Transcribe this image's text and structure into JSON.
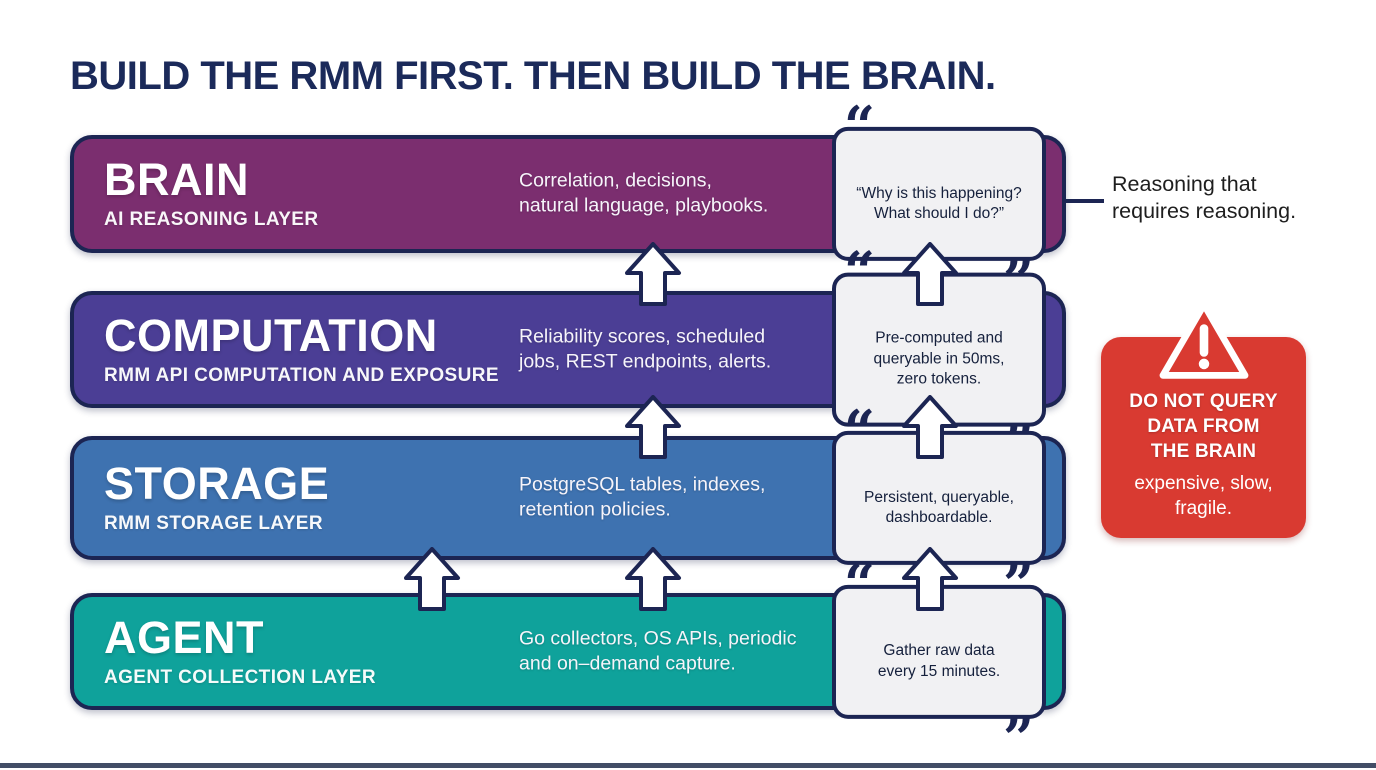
{
  "title": "BUILD THE RMM FIRST. THEN BUILD THE BRAIN.",
  "colors": {
    "title": "#1b2a5a",
    "outline_navy": "#1c2553",
    "brain": "#7b2e6f",
    "computation": "#4b3e95",
    "storage": "#3e72b0",
    "agent": "#0fa29b",
    "warning_red": "#d93a31",
    "quote_bg": "#f1f1f3",
    "arrow_fill": "#ffffff"
  },
  "icons": {
    "quote_open": "“",
    "quote_close": "”",
    "up_arrow": "up-arrow",
    "warning_exclamation": "!"
  },
  "layers": [
    {
      "name": "BRAIN",
      "sublabel": "AI REASONING LAYER",
      "description": "Correlation, decisions,\nnatural language, playbooks.",
      "quote": "“Why is this happening?\nWhat should I do?”",
      "color": "#7b2e6f"
    },
    {
      "name": "COMPUTATION",
      "sublabel": "RMM API COMPUTATION AND EXPOSURE",
      "description": "Reliability scores, scheduled\njobs, REST endpoints, alerts.",
      "quote": "Pre-computed and\nqueryable in 50ms,\nzero tokens.",
      "color": "#4b3e95"
    },
    {
      "name": "STORAGE",
      "sublabel": "RMM STORAGE LAYER",
      "description": "PostgreSQL tables, indexes,\nretention policies.",
      "quote": "Persistent, queryable,\ndashboardable.",
      "color": "#3e72b0"
    },
    {
      "name": "AGENT",
      "sublabel": "AGENT COLLECTION LAYER",
      "description": "Go collectors, OS APIs, periodic\nand on–demand capture.",
      "quote": "Gather raw data\nevery 15 minutes.",
      "color": "#0fa29b"
    }
  ],
  "annotation": {
    "text": "Reasoning that\nrequires reasoning."
  },
  "warning": {
    "title": "DO NOT QUERY\nDATA FROM\nTHE BRAIN",
    "subtitle": "expensive, slow,\nfragile."
  }
}
